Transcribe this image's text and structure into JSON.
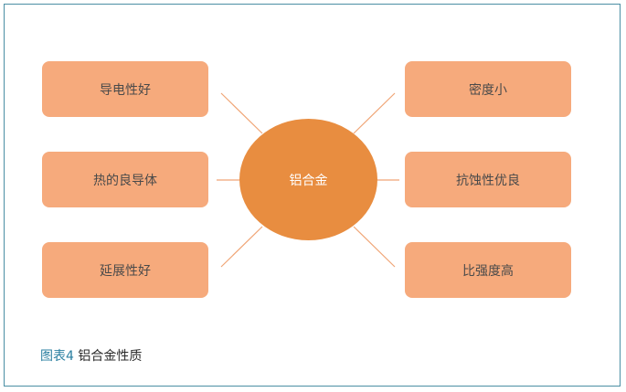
{
  "diagram": {
    "center_label": "铝合金",
    "left_items": [
      "导电性好",
      "热的良导体",
      "延展性好"
    ],
    "right_items": [
      "密度小",
      "抗蚀性优良",
      "比强度高"
    ]
  },
  "caption": {
    "label": "图表4",
    "text": "铝合金性质"
  },
  "colors": {
    "box_fill": "#f6aa7c",
    "center_fill": "#e88d40",
    "connector": "#f0a576",
    "frame_border": "#4a8ea4",
    "caption_label": "#2a7fa0"
  }
}
